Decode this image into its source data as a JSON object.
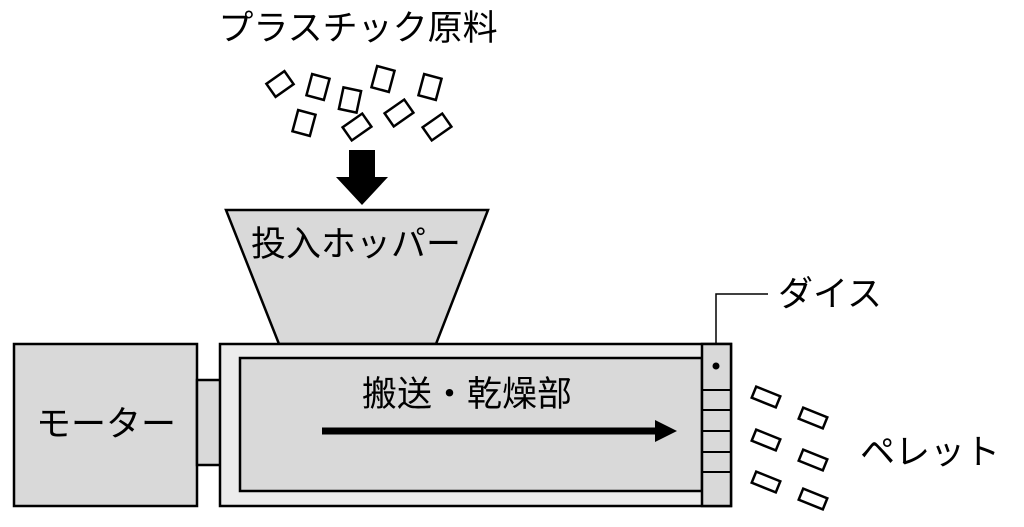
{
  "diagram": {
    "labels": {
      "raw_material": "プラスチック原料",
      "hopper": "投入ホッパー",
      "die": "ダイス",
      "motor": "モーター",
      "conveying_drying": "搬送・乾燥部",
      "pellets": "ペレット"
    },
    "colors": {
      "machine_fill": "#d9d9d9",
      "frame_fill": "#ececec",
      "stroke": "#000000",
      "background": "#ffffff"
    },
    "icons": {
      "feed_arrow": "down-arrow-icon",
      "flow_arrow": "right-arrow-icon"
    }
  }
}
